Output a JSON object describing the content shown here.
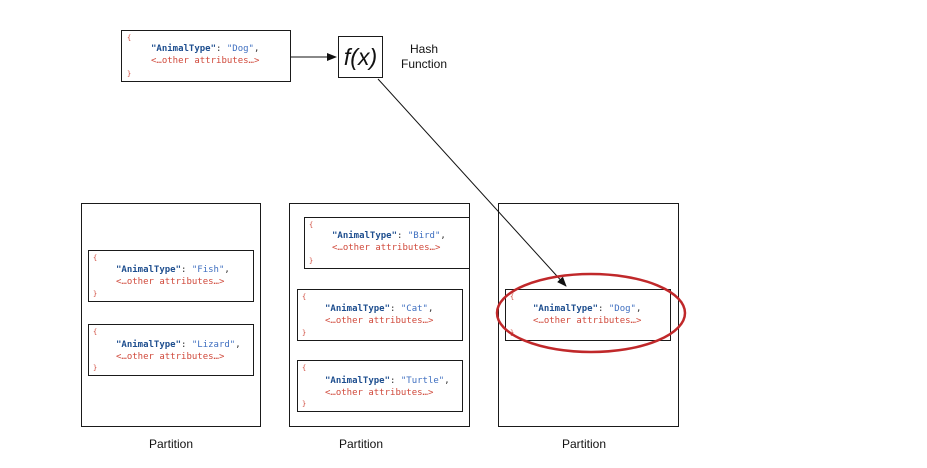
{
  "input_record": {
    "open_brace": "{",
    "key": "\"AnimalType\"",
    "colon": ": ",
    "value": "\"Dog\"",
    "comma": ",",
    "other": "<…other attributes…>",
    "close_brace": "}"
  },
  "hash_function": {
    "symbol": "f(x)",
    "label_line1": "Hash",
    "label_line2": "Function"
  },
  "partitions": [
    {
      "label": "Partition",
      "records": [
        {
          "open_brace": "{",
          "key": "\"AnimalType\"",
          "colon": ": ",
          "value": "\"Fish\"",
          "comma": ",",
          "other": "<…other attributes…>",
          "close_brace": "}"
        },
        {
          "open_brace": "{",
          "key": "\"AnimalType\"",
          "colon": ": ",
          "value": "\"Lizard\"",
          "comma": ",",
          "other": "<…other attributes…>",
          "close_brace": "}"
        }
      ]
    },
    {
      "label": "Partition",
      "records": [
        {
          "open_brace": "{",
          "key": "\"AnimalType\"",
          "colon": ": ",
          "value": "\"Bird\"",
          "comma": ",",
          "other": "<…other attributes…>",
          "close_brace": "}"
        },
        {
          "open_brace": "{",
          "key": "\"AnimalType\"",
          "colon": ": ",
          "value": "\"Cat\"",
          "comma": ",",
          "other": "<…other attributes…>",
          "close_brace": "}"
        },
        {
          "open_brace": "{",
          "key": "\"AnimalType\"",
          "colon": ": ",
          "value": "\"Turtle\"",
          "comma": ",",
          "other": "<…other attributes…>",
          "close_brace": "}"
        }
      ]
    },
    {
      "label": "Partition",
      "records": [
        {
          "open_brace": "{",
          "key": "\"AnimalType\"",
          "colon": ": ",
          "value": "\"Dog\"",
          "comma": ",",
          "other": "<…other attributes…>",
          "close_brace": "}"
        }
      ]
    }
  ],
  "colors": {
    "key": "#1f4f8f",
    "value": "#3f6fc0",
    "other": "#d04a3c",
    "highlight": "#c0282a"
  }
}
